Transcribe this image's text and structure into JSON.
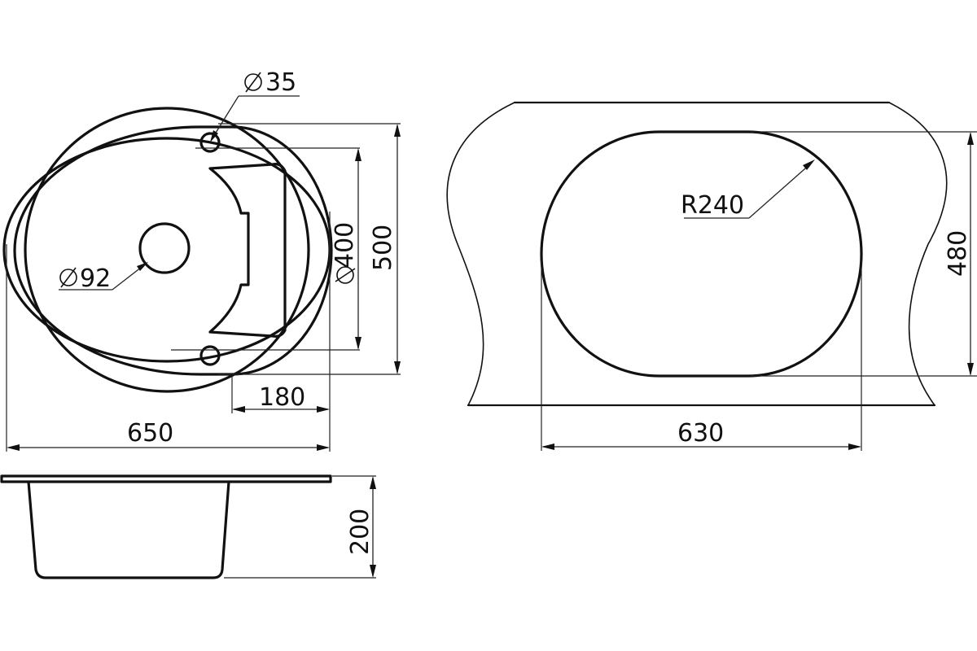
{
  "dimensions": {
    "hole_diameter": "35",
    "drain_diameter": "92",
    "bowl_diameter": "400",
    "overall_depth": "500",
    "drainboard_width": "180",
    "overall_width": "650",
    "cutout_radius": "R240",
    "cutout_height": "480",
    "cutout_width": "630",
    "bowl_depth": "200"
  },
  "colors": {
    "line": "#111111",
    "background": "#ffffff"
  }
}
